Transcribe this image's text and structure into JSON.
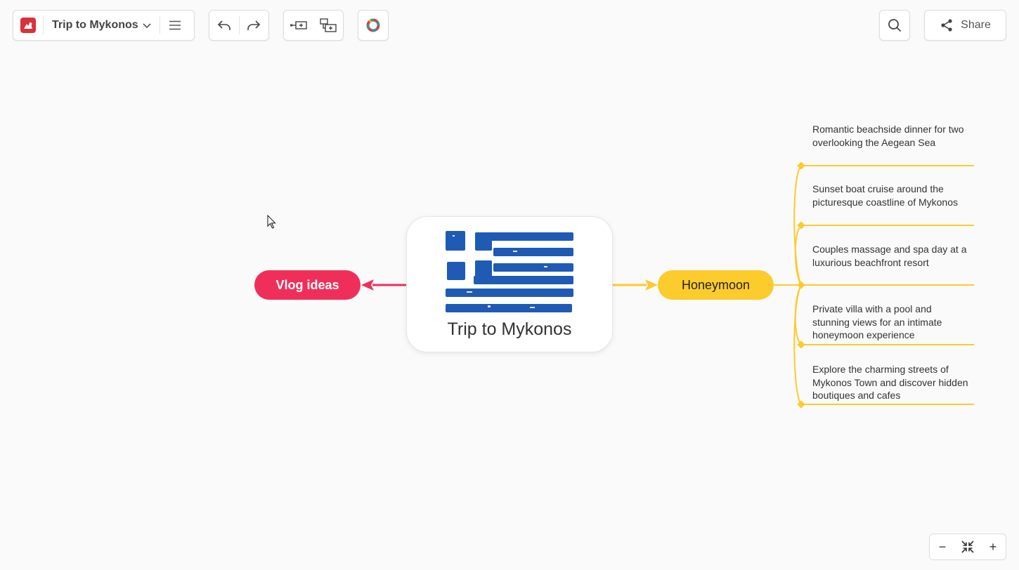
{
  "app": {
    "title": "Trip to Mykonos"
  },
  "toolbar": {
    "logo_icon": "app-logo-icon",
    "menu_icon": "hamburger-menu-icon",
    "undo_icon": "undo-icon",
    "redo_icon": "redo-icon",
    "add_sibling_icon": "add-sibling-topic-icon",
    "add_child_icon": "add-child-topic-icon",
    "theme_icon": "color-theme-icon",
    "search_icon": "search-icon",
    "share_label": "Share"
  },
  "mindmap": {
    "central": {
      "title": "Trip to Mykonos",
      "image": "greek-flag"
    },
    "left_topics": [
      {
        "label": "Vlog ideas",
        "color": "#ef2f5a"
      }
    ],
    "right_topics": [
      {
        "label": "Honeymoon",
        "color": "#fccb2c",
        "children": [
          "Romantic beachside dinner for two overlooking the Aegean Sea",
          "Sunset boat cruise around the picturesque coastline of Mykonos",
          "Couples massage and spa day at a luxurious beachfront resort",
          "Private villa with a pool and stunning views for an intimate honeymoon experience",
          "Explore the charming streets of Mykonos Town and discover hidden boutiques and cafes"
        ]
      }
    ]
  },
  "zoom": {
    "out_label": "−",
    "fit_icon": "fit-to-screen-icon",
    "in_label": "+"
  },
  "colors": {
    "flag_blue": "#1f5bb5",
    "vlog": "#ef2f5a",
    "honeymoon": "#fccb2c"
  }
}
